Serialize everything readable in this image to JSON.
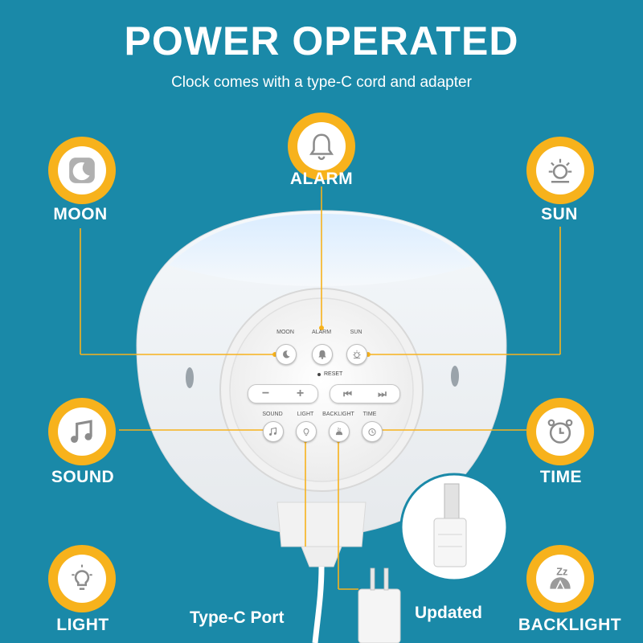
{
  "header": {
    "title": "POWER OPERATED",
    "subtitle": "Clock comes with a type-C cord and adapter"
  },
  "callouts": {
    "alarm": {
      "label": "ALARM",
      "icon": "bell-icon"
    },
    "moon": {
      "label": "MOON",
      "icon": "moon-icon"
    },
    "sun": {
      "label": "SUN",
      "icon": "sun-icon"
    },
    "sound": {
      "label": "SOUND",
      "icon": "music-note-icon"
    },
    "time": {
      "label": "TIME",
      "icon": "alarm-clock-icon"
    },
    "light": {
      "label": "LIGHT",
      "icon": "light-bulb-icon"
    },
    "backlight": {
      "label": "BACKLIGHT",
      "icon": "sleep-icon"
    }
  },
  "product_labels": {
    "port": "Type-C Port",
    "adapter": "Updated"
  },
  "panel": {
    "top_buttons": [
      "MOON",
      "ALARM",
      "SUN"
    ],
    "reset": "RESET",
    "bottom_buttons": [
      "SOUND",
      "LIGHT",
      "BACKLIGHT",
      "TIME"
    ]
  },
  "colors": {
    "background": "#1a89a8",
    "badge": "#f7b21c",
    "text": "#ffffff"
  }
}
